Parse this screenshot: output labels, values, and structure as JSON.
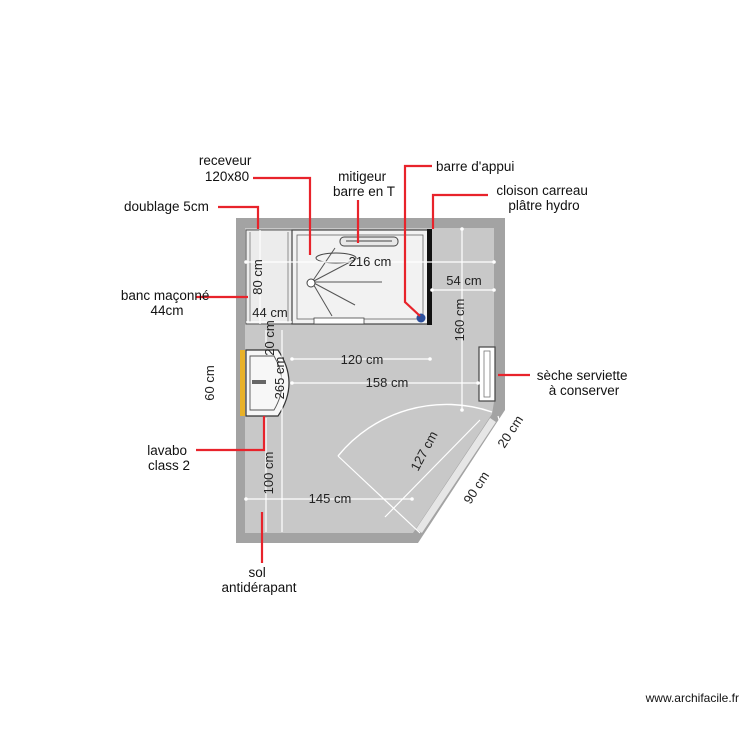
{
  "colors": {
    "wall": "#a3a3a3",
    "floor": "#c8c8c8",
    "leader": "#e8232b",
    "basin_band": "#e8b128",
    "pipe_blue": "#2c4f9c",
    "text": "#111111"
  },
  "labels": {
    "receveur": [
      "receveur",
      "120x80"
    ],
    "mitigeur": [
      "mitigeur",
      "barre en T"
    ],
    "barre_appui": [
      "barre d'appui"
    ],
    "cloison": [
      "cloison carreau",
      "plâtre hydro"
    ],
    "doublage": [
      "doublage 5cm"
    ],
    "banc": [
      "banc maçonné",
      "44cm"
    ],
    "seche": [
      "sèche serviette",
      "à conserver"
    ],
    "lavabo": [
      "lavabo",
      "class 2"
    ],
    "sol": [
      "sol",
      "antidérapant"
    ]
  },
  "dimensions": {
    "d216": "216 cm",
    "d54": "54 cm",
    "d80": "80 cm",
    "d44": "44 cm",
    "d20_left": "20 cm",
    "d160": "160 cm",
    "d120": "120 cm",
    "d158": "158 cm",
    "d60": "60 cm",
    "d265": "265 cm",
    "d127": "127 cm",
    "d20_right": "20 cm",
    "d100": "100 cm",
    "d145": "145 cm",
    "d90": "90 cm"
  },
  "watermark": "www.archifacile.fr"
}
